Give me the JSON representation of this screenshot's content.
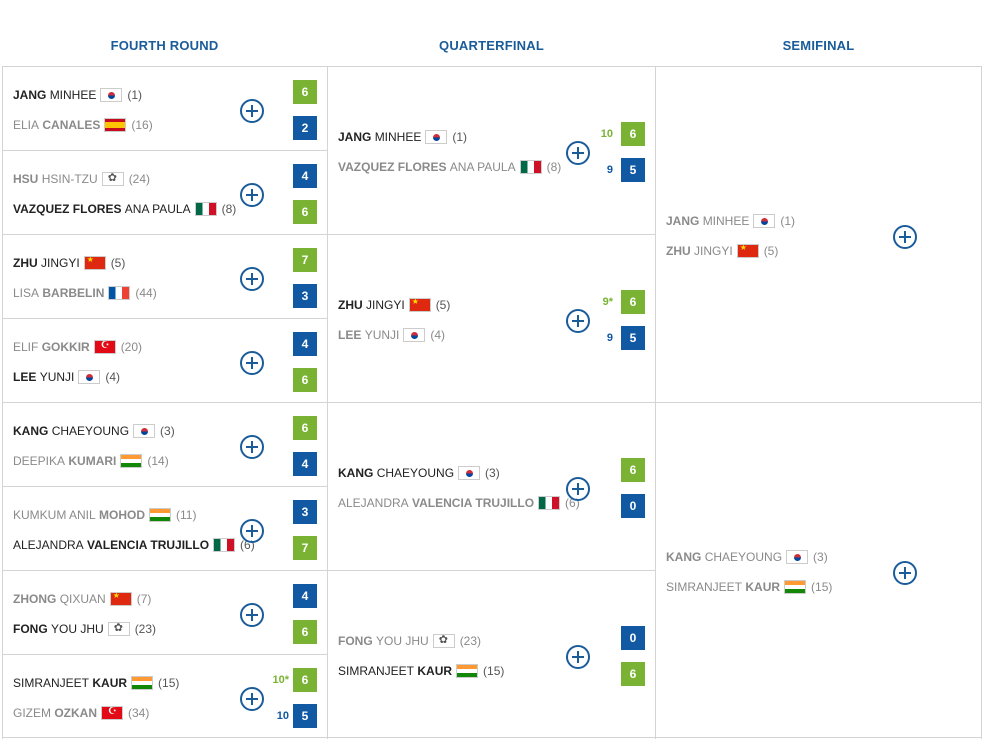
{
  "headers": {
    "fourth_round": "FOURTH ROUND",
    "quarterfinal": "QUARTERFINAL",
    "semifinal": "SEMIFINAL"
  },
  "fourth_round": [
    {
      "p1": {
        "given": "JANG",
        "family": "MINHEE",
        "bold_first": true,
        "flag": "kor",
        "seed": "(1)",
        "winner": true
      },
      "p2": {
        "given": "ELIA",
        "family": "CANALES",
        "bold_first": false,
        "flag": "esp",
        "seed": "(16)",
        "winner": false
      },
      "s1": "6",
      "s2": "2",
      "t1": "",
      "t2": ""
    },
    {
      "p1": {
        "given": "HSU",
        "family": "HSIN-TZU",
        "bold_first": true,
        "flag": "tpe",
        "seed": "(24)",
        "winner": false
      },
      "p2": {
        "given": "VAZQUEZ FLORES",
        "family": "ANA PAULA",
        "bold_first": true,
        "flag": "mex",
        "seed": "(8)",
        "winner": true
      },
      "s1": "4",
      "s2": "6",
      "t1": "",
      "t2": ""
    },
    {
      "p1": {
        "given": "ZHU",
        "family": "JINGYI",
        "bold_first": true,
        "flag": "chn",
        "seed": "(5)",
        "winner": true
      },
      "p2": {
        "given": "LISA",
        "family": "BARBELIN",
        "bold_first": false,
        "flag": "fra",
        "seed": "(44)",
        "winner": false
      },
      "s1": "7",
      "s2": "3",
      "t1": "",
      "t2": ""
    },
    {
      "p1": {
        "given": "ELIF",
        "family": "GOKKIR",
        "bold_first": false,
        "flag": "tur",
        "seed": "(20)",
        "winner": false
      },
      "p2": {
        "given": "LEE",
        "family": "YUNJI",
        "bold_first": true,
        "flag": "kor",
        "seed": "(4)",
        "winner": true
      },
      "s1": "4",
      "s2": "6",
      "t1": "",
      "t2": ""
    },
    {
      "p1": {
        "given": "KANG",
        "family": "CHAEYOUNG",
        "bold_first": true,
        "flag": "kor",
        "seed": "(3)",
        "winner": true
      },
      "p2": {
        "given": "DEEPIKA",
        "family": "KUMARI",
        "bold_first": false,
        "flag": "ind",
        "seed": "(14)",
        "winner": false
      },
      "s1": "6",
      "s2": "4",
      "t1": "",
      "t2": ""
    },
    {
      "p1": {
        "given": "KUMKUM ANIL",
        "family": "MOHOD",
        "bold_first": false,
        "flag": "ind",
        "seed": "(11)",
        "winner": false
      },
      "p2": {
        "given": "ALEJANDRA",
        "family": "VALENCIA TRUJILLO",
        "bold_first": false,
        "flag": "mex",
        "seed": "(6)",
        "winner": true
      },
      "s1": "3",
      "s2": "7",
      "t1": "",
      "t2": ""
    },
    {
      "p1": {
        "given": "ZHONG",
        "family": "QIXUAN",
        "bold_first": true,
        "flag": "chn",
        "seed": "(7)",
        "winner": false
      },
      "p2": {
        "given": "FONG",
        "family": "YOU JHU",
        "bold_first": true,
        "flag": "tpe",
        "seed": "(23)",
        "winner": true
      },
      "s1": "4",
      "s2": "6",
      "t1": "",
      "t2": ""
    },
    {
      "p1": {
        "given": "SIMRANJEET",
        "family": "KAUR",
        "bold_first": false,
        "flag": "ind",
        "seed": "(15)",
        "winner": true
      },
      "p2": {
        "given": "GIZEM",
        "family": "OZKAN",
        "bold_first": false,
        "flag": "tur",
        "seed": "(34)",
        "winner": false
      },
      "s1": "6",
      "s2": "5",
      "t1": "10*",
      "t2": "10"
    }
  ],
  "quarterfinal": [
    {
      "p1": {
        "given": "JANG",
        "family": "MINHEE",
        "bold_first": true,
        "flag": "kor",
        "seed": "(1)",
        "winner": true
      },
      "p2": {
        "given": "VAZQUEZ FLORES",
        "family": "ANA PAULA",
        "bold_first": true,
        "flag": "mex",
        "seed": "(8)",
        "winner": false
      },
      "s1": "6",
      "s2": "5",
      "t1": "10",
      "t2": "9"
    },
    {
      "p1": {
        "given": "ZHU",
        "family": "JINGYI",
        "bold_first": true,
        "flag": "chn",
        "seed": "(5)",
        "winner": true
      },
      "p2": {
        "given": "LEE",
        "family": "YUNJI",
        "bold_first": true,
        "flag": "kor",
        "seed": "(4)",
        "winner": false
      },
      "s1": "6",
      "s2": "5",
      "t1": "9*",
      "t2": "9"
    },
    {
      "p1": {
        "given": "KANG",
        "family": "CHAEYOUNG",
        "bold_first": true,
        "flag": "kor",
        "seed": "(3)",
        "winner": true
      },
      "p2": {
        "given": "ALEJANDRA",
        "family": "VALENCIA TRUJILLO",
        "bold_first": false,
        "flag": "mex",
        "seed": "(6)",
        "winner": false
      },
      "s1": "6",
      "s2": "0",
      "t1": "",
      "t2": ""
    },
    {
      "p1": {
        "given": "FONG",
        "family": "YOU JHU",
        "bold_first": true,
        "flag": "tpe",
        "seed": "(23)",
        "winner": false
      },
      "p2": {
        "given": "SIMRANJEET",
        "family": "KAUR",
        "bold_first": false,
        "flag": "ind",
        "seed": "(15)",
        "winner": true
      },
      "s1": "0",
      "s2": "6",
      "t1": "",
      "t2": ""
    }
  ],
  "semifinal": [
    {
      "p1": {
        "given": "JANG",
        "family": "MINHEE",
        "bold_first": true,
        "flag": "kor",
        "seed": "(1)",
        "winner": false
      },
      "p2": {
        "given": "ZHU",
        "family": "JINGYI",
        "bold_first": true,
        "flag": "chn",
        "seed": "(5)",
        "winner": false
      }
    },
    {
      "p1": {
        "given": "KANG",
        "family": "CHAEYOUNG",
        "bold_first": true,
        "flag": "kor",
        "seed": "(3)",
        "winner": false
      },
      "p2": {
        "given": "SIMRANJEET",
        "family": "KAUR",
        "bold_first": false,
        "flag": "ind",
        "seed": "(15)",
        "winner": false
      }
    }
  ],
  "colors": {
    "header": "#1a5c9a",
    "win_score": "#7ab334",
    "lose_score": "#1159a3",
    "border": "#d4d4d4"
  },
  "icons": {
    "expand": "plus-circle-icon"
  }
}
